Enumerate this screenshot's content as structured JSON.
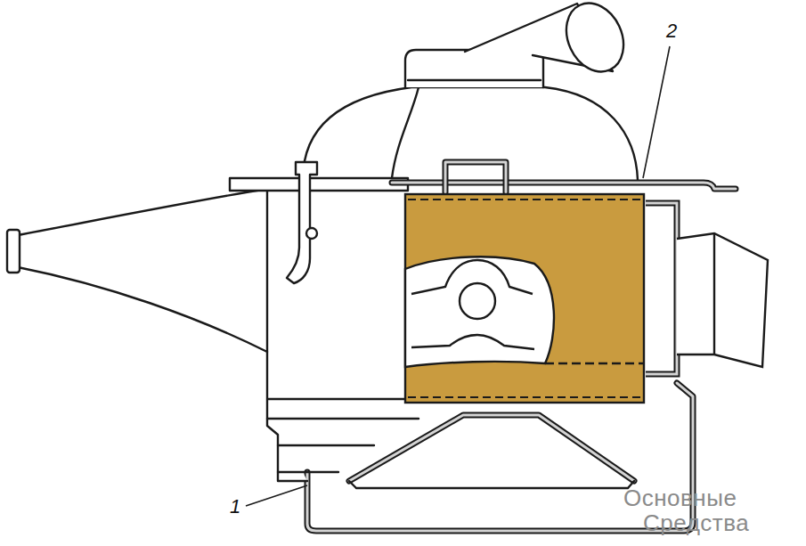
{
  "diagram": {
    "labels": [
      "1",
      "2",
      "Основные",
      "Средства"
    ]
  }
}
